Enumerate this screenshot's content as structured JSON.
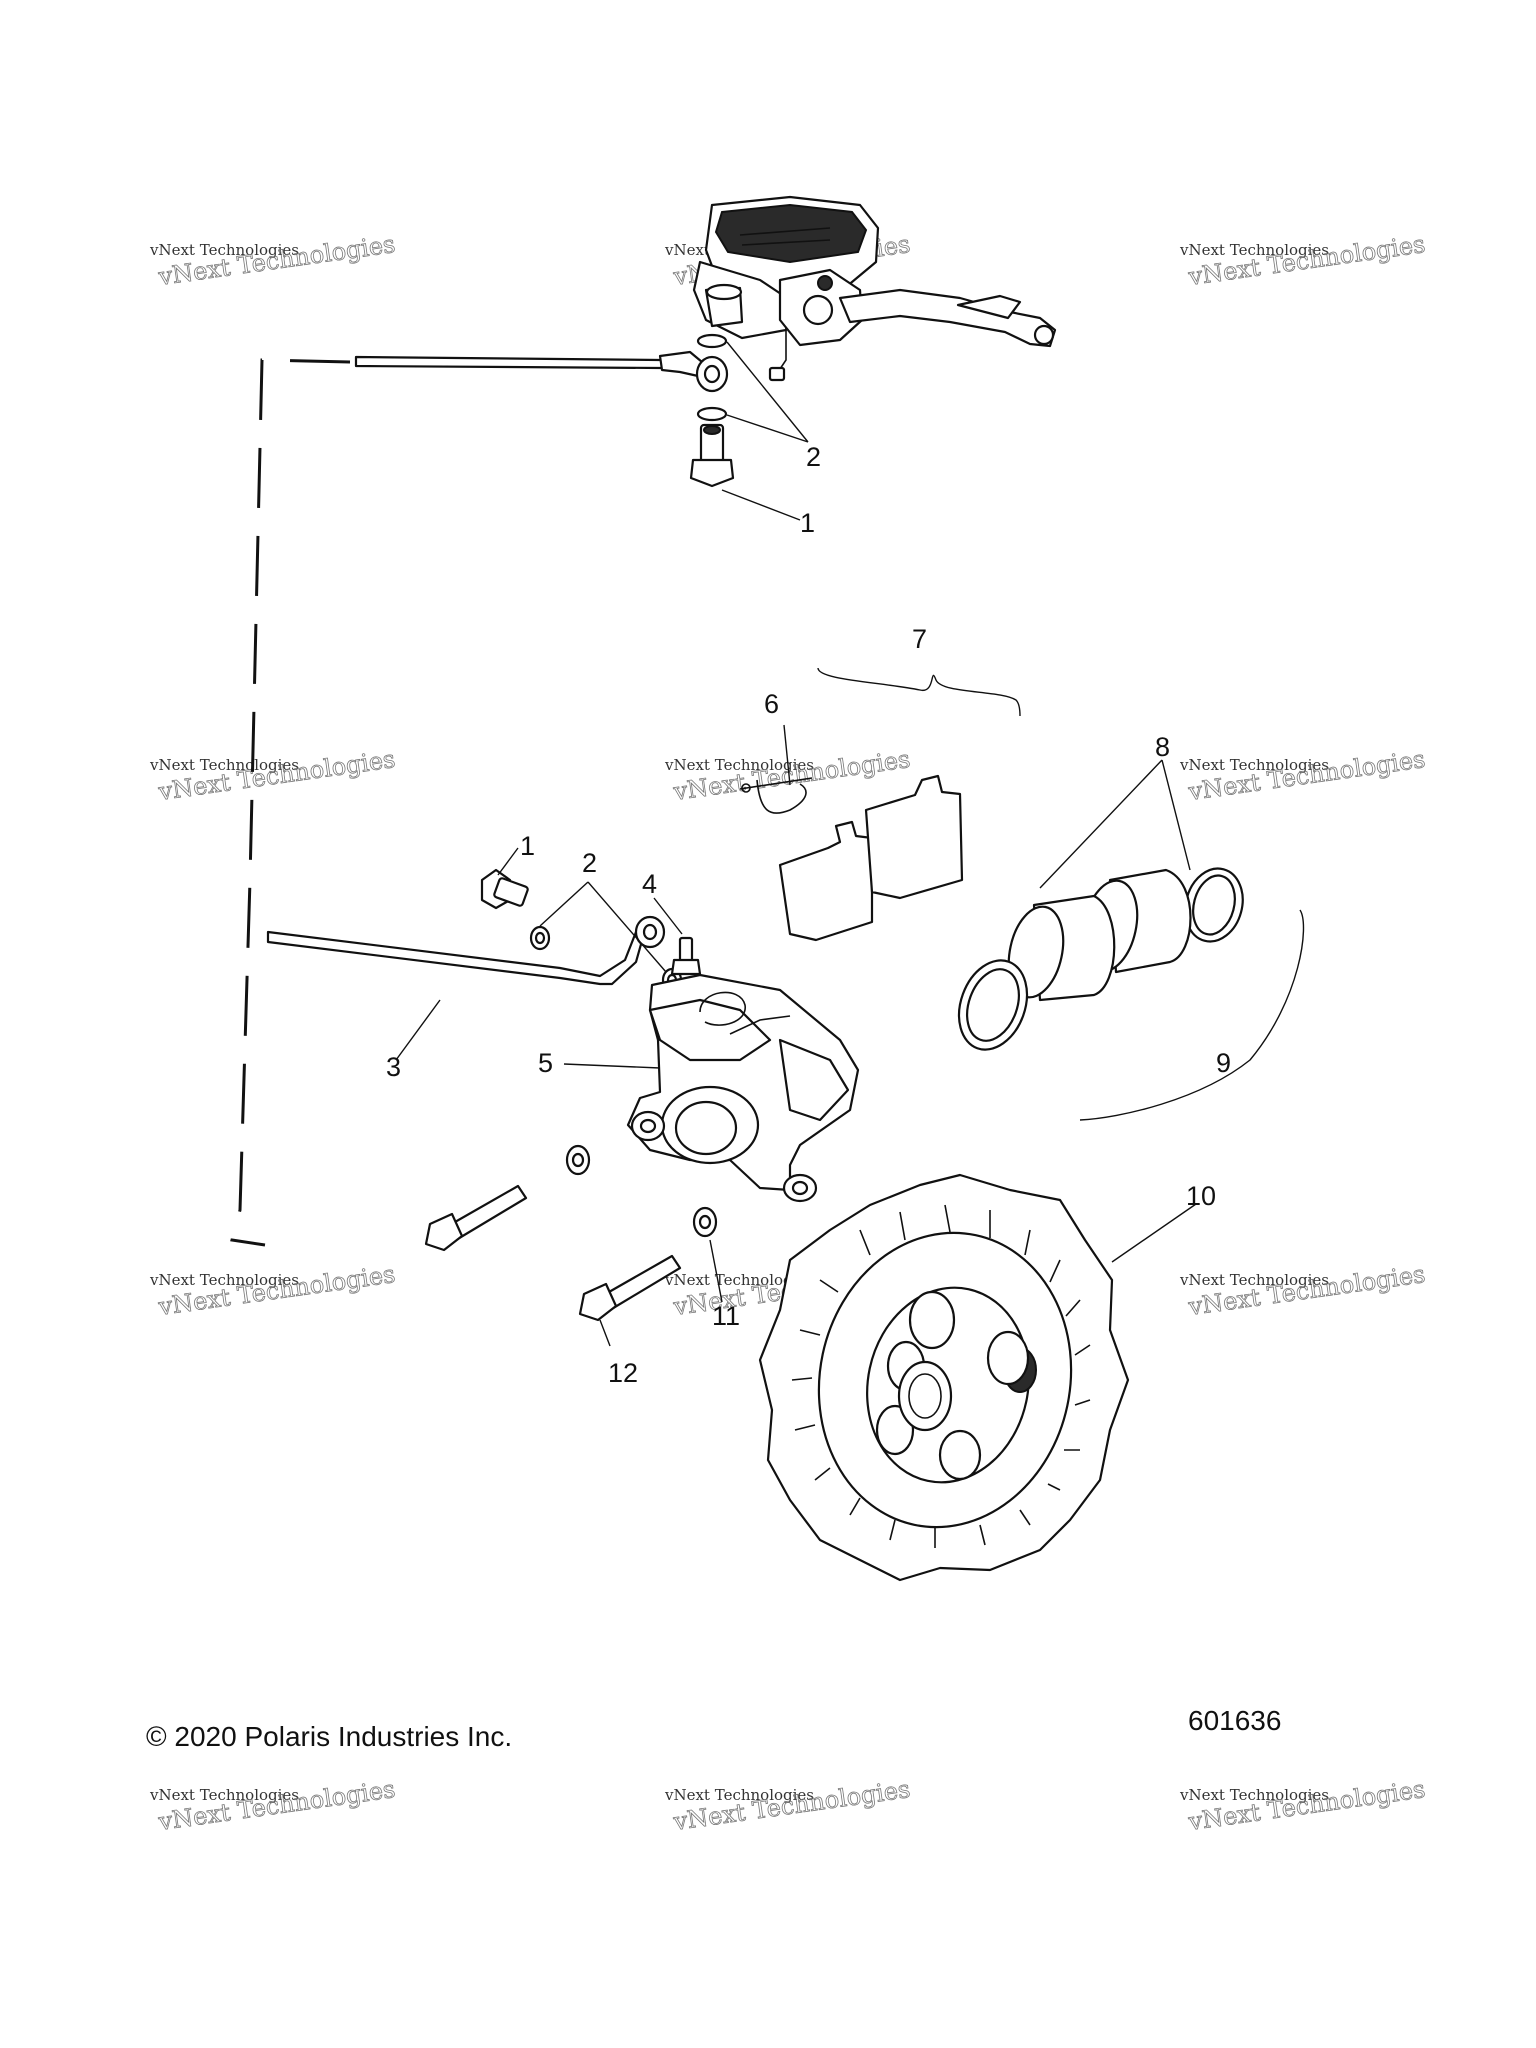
{
  "callouts": {
    "c1_top": "1",
    "c2_top": "2",
    "c7": "7",
    "c6": "6",
    "c8": "8",
    "c1_mid": "1",
    "c2_mid": "2",
    "c4": "4",
    "c3": "3",
    "c5": "5",
    "c9": "9",
    "c10": "10",
    "c11": "11",
    "c12": "12"
  },
  "footer": {
    "copyright": "© 2020 Polaris Industries Inc.",
    "diagram_number": "601636"
  },
  "watermark": {
    "line1": "vNext Technologies",
    "line2": "vNext Technologies"
  }
}
